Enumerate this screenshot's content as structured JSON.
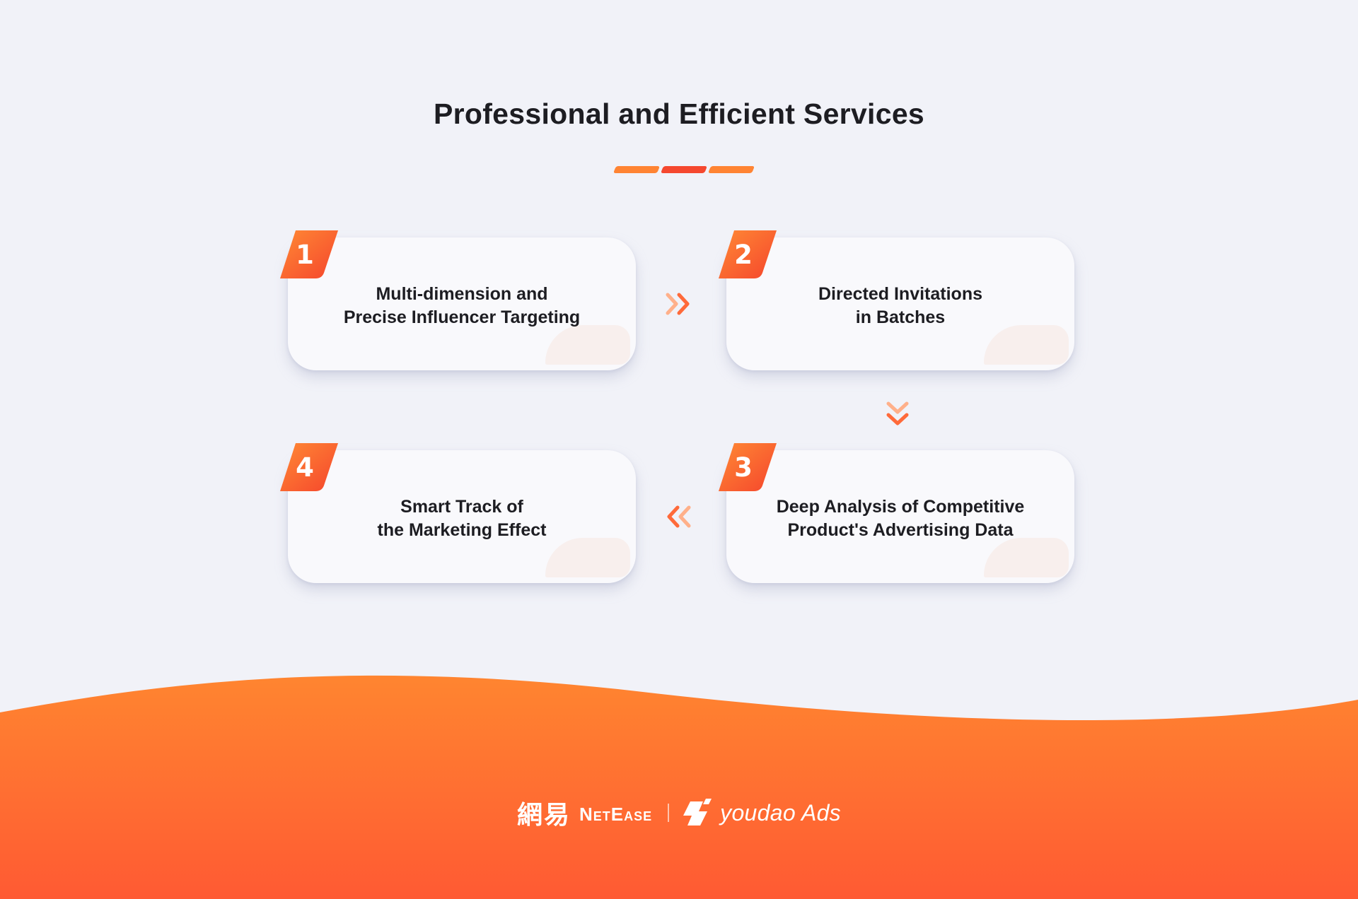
{
  "title": "Professional and Efficient Services",
  "colors": {
    "accent_orange": "#ff8433",
    "accent_red": "#f5482f",
    "background": "#f1f2f8",
    "card": "#f9f9fc",
    "text": "#1d1d22"
  },
  "steps": [
    {
      "number": "1",
      "line1": "Multi-dimension and",
      "line2": "Precise Influencer Targeting"
    },
    {
      "number": "2",
      "line1": "Directed Invitations",
      "line2": "in Batches"
    },
    {
      "number": "3",
      "line1": "Deep Analysis of Competitive",
      "line2": "Product's Advertising Data"
    },
    {
      "number": "4",
      "line1": "Smart Track of",
      "line2": "the Marketing Effect"
    }
  ],
  "flow_arrows": [
    {
      "from": "1",
      "to": "2",
      "icon": "double-chevron-right-icon"
    },
    {
      "from": "2",
      "to": "3",
      "icon": "double-chevron-down-icon"
    },
    {
      "from": "3",
      "to": "4",
      "icon": "double-chevron-left-icon"
    }
  ],
  "footer": {
    "brand_cjk": "網易",
    "brand_netease": "NetEase",
    "brand_youdao": "youdao Ads"
  }
}
